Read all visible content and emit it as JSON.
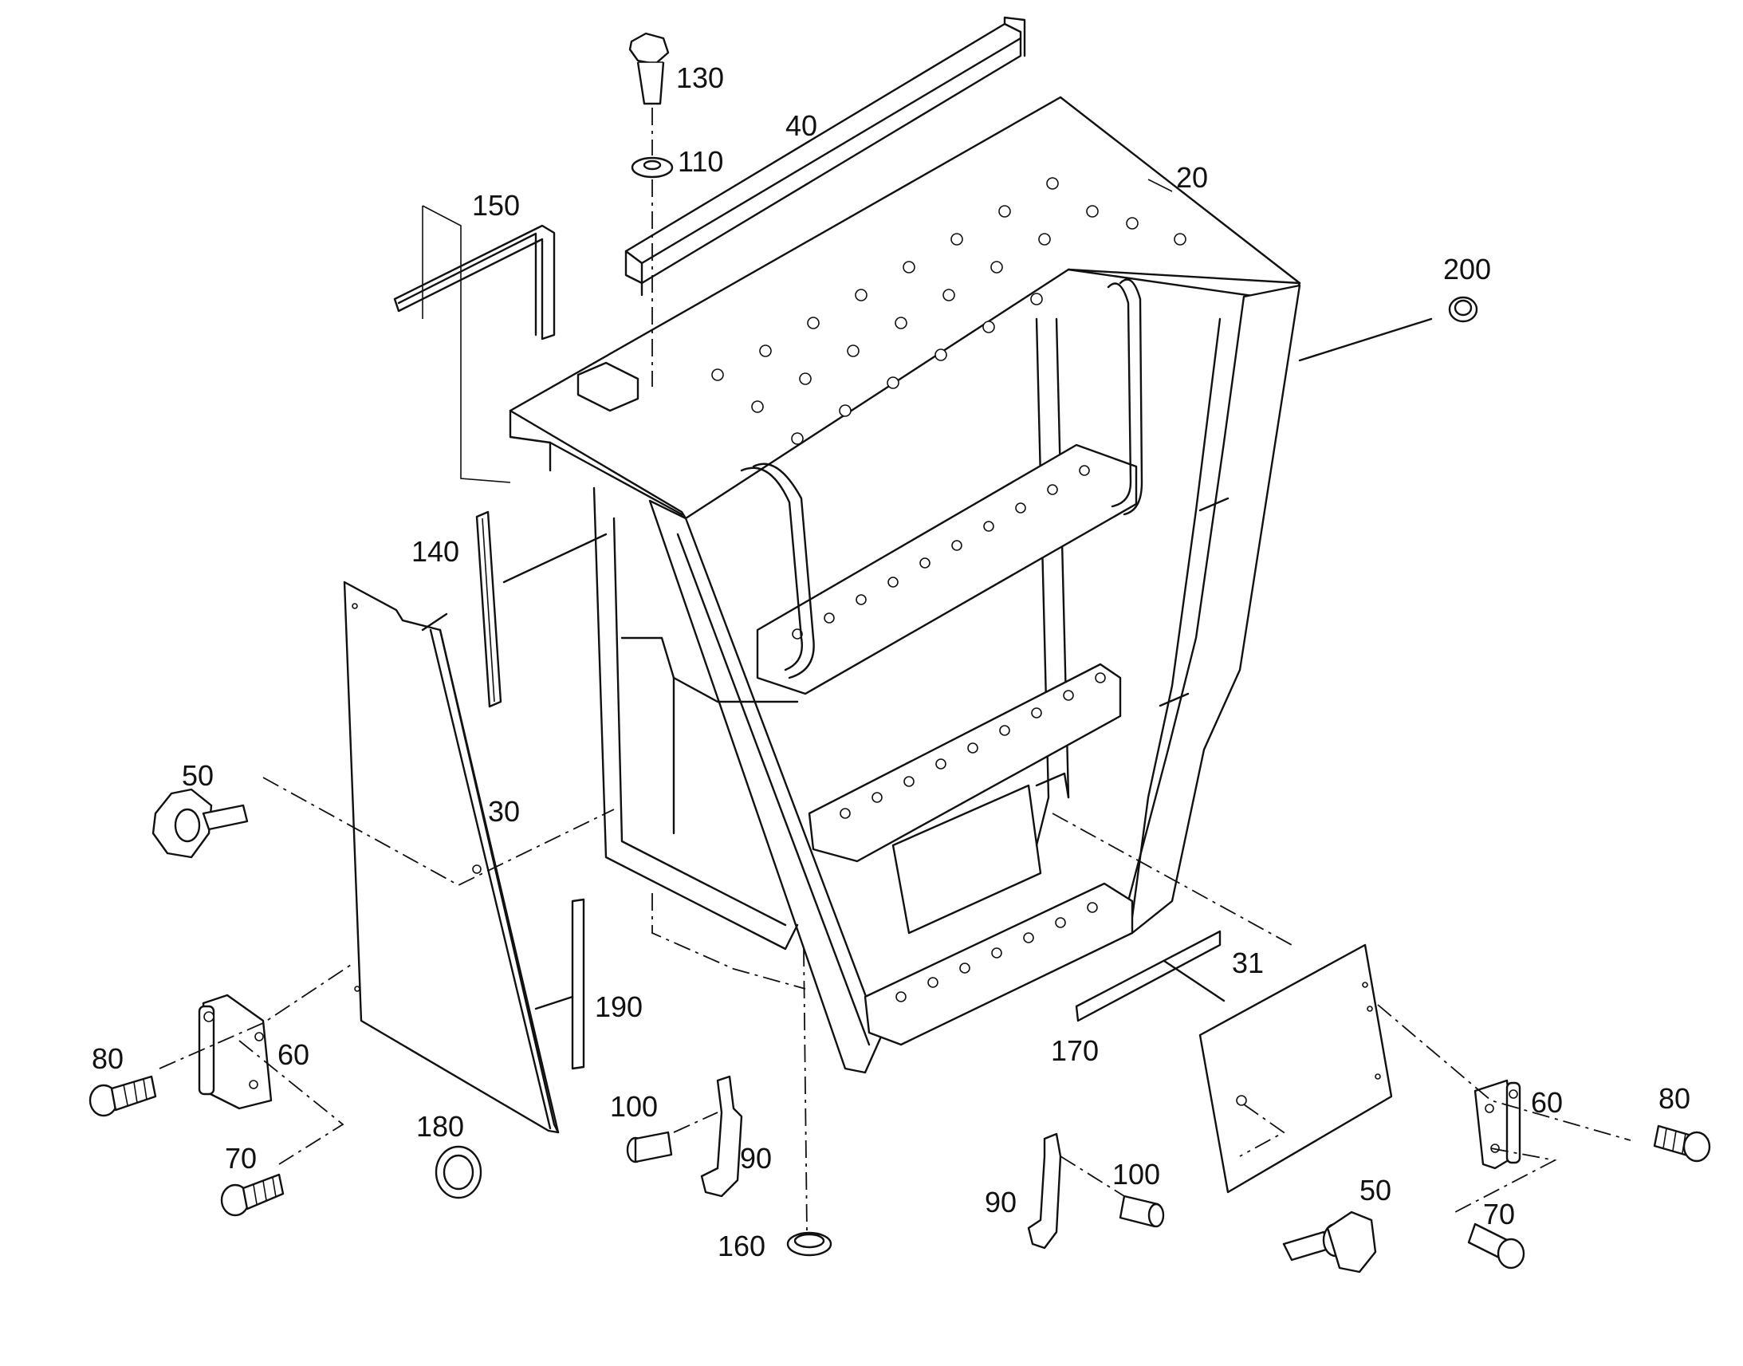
{
  "labels": {
    "p130": "130",
    "p40": "40",
    "p110": "110",
    "p20": "20",
    "p150": "150",
    "p200": "200",
    "p140": "140",
    "p50_left": "50",
    "p30": "30",
    "p31": "31",
    "p190": "190",
    "p170": "170",
    "p80_left": "80",
    "p60_left": "60",
    "p70_left": "70",
    "p180": "180",
    "p100_left": "100",
    "p90_left": "90",
    "p160": "160",
    "p60_right": "60",
    "p80_right": "80",
    "p90_right": "90",
    "p100_right": "100",
    "p50_right": "50",
    "p70_right": "70"
  },
  "colors": {
    "line": "#111111",
    "background": "#ffffff"
  }
}
